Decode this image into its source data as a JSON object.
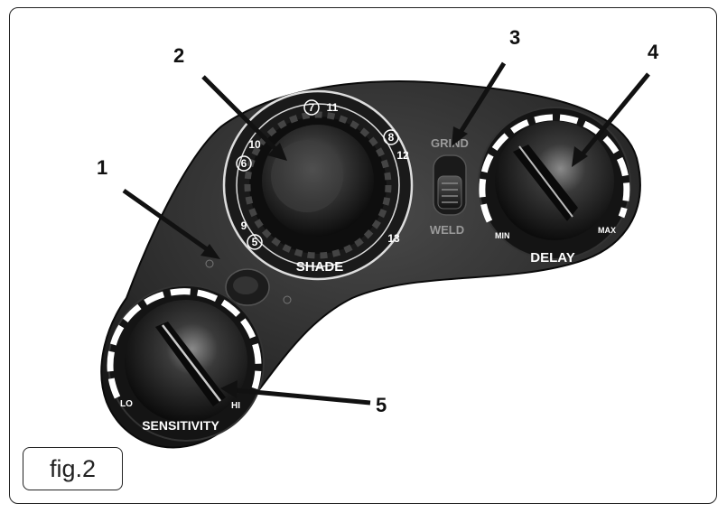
{
  "figure": {
    "label": "fig.2"
  },
  "callouts": [
    {
      "number": "1"
    },
    {
      "number": "2"
    },
    {
      "number": "3"
    },
    {
      "number": "4"
    },
    {
      "number": "5"
    }
  ],
  "shade_dial": {
    "label": "SHADE",
    "numbers": {
      "n5": "5",
      "n6": "6",
      "n7": "7",
      "n8": "8",
      "n9": "9",
      "n10": "10",
      "n11": "11",
      "n12": "12",
      "n13": "13"
    }
  },
  "mode_switch": {
    "top_label": "GRIND",
    "bottom_label": "WELD"
  },
  "delay_knob": {
    "label": "DELAY",
    "min_label": "MIN",
    "max_label": "MAX"
  },
  "sensitivity_knob": {
    "label": "SENSITIVITY",
    "lo_label": "LO",
    "hi_label": "HI"
  },
  "colors": {
    "body": "#2a2a2a",
    "knob": "#111111",
    "accent": "#ffffff",
    "line": "#111111"
  }
}
